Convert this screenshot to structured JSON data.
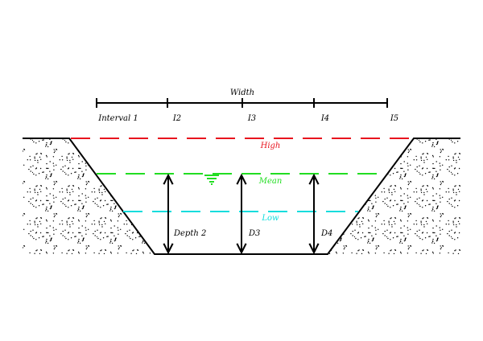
{
  "width_label": "Width",
  "intervals": [
    "Interval 1",
    "I2",
    "I3",
    "I4",
    "I5"
  ],
  "levels": {
    "high": {
      "label": "High",
      "color": "#e8141e"
    },
    "mean": {
      "label": "Mean",
      "color": "#22dd22"
    },
    "low": {
      "label": "Low",
      "color": "#11dddd"
    }
  },
  "depths": [
    "Depth 2",
    "D3",
    "D4"
  ],
  "colors": {
    "line": "#000000",
    "ground": "#ffffff"
  }
}
